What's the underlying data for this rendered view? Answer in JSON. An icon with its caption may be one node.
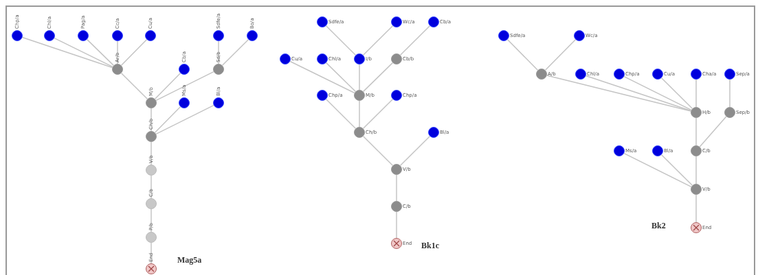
{
  "diagram": {
    "nodes": [
      {
        "text": [],
        "shape": "circle",
        "beside": [
          "Chp/a"
        ]
      },
      {
        "text": [],
        "shape": "circle",
        "beside": [
          "Chl/a"
        ]
      },
      {
        "text": [],
        "shape": "circle",
        "beside": [
          "Pag/a"
        ]
      },
      {
        "text": [],
        "shape": "circle",
        "beside": [
          "Cc/a"
        ]
      },
      {
        "text": [],
        "shape": "circle",
        "beside": [
          "Cu/a"
        ]
      },
      {
        "text": [],
        "shape": "circle",
        "beside": [
          "Sdfe/a"
        ]
      },
      {
        "text": [],
        "shape": "circle",
        "beside": [
          "Bo/a"
        ]
      },
      {
        "text": [],
        "shape": "circle",
        "beside": [
          "Ar/b"
        ]
      },
      {
        "text": [],
        "shape": "circle",
        "beside": [
          "Cb/a"
        ]
      },
      {
        "text": [],
        "shape": "circle",
        "beside": [
          "Sd/b"
        ]
      },
      {
        "text": [],
        "shape": "circle",
        "beside": [
          "M/b"
        ]
      },
      {
        "text": [],
        "shape": "circle",
        "beside": [
          "Ms/a"
        ]
      },
      {
        "text": [],
        "shape": "circle",
        "beside": [
          "Bl/a"
        ]
      },
      {
        "text": [],
        "shape": "circle",
        "beside": [
          "Ch/b"
        ]
      },
      {
        "text": [],
        "shape": "circle",
        "beside": [
          "V/b"
        ]
      },
      {
        "text": [],
        "shape": "circle",
        "beside": [
          "C/b"
        ]
      },
      {
        "text": [],
        "shape": "circle",
        "beside": [
          "P/b"
        ]
      },
      {
        "text": [],
        "shape": "circle",
        "beside": [
          "End"
        ]
      },
      {
        "text": [],
        "shape": "circle",
        "beside": [
          "Sdfe/a"
        ]
      },
      {
        "text": [],
        "shape": "circle",
        "beside": [
          "Wc/a"
        ]
      },
      {
        "text": [],
        "shape": "circle",
        "beside": [
          "Cb/a"
        ]
      },
      {
        "text": [],
        "shape": "circle",
        "beside": [
          "Cu/a"
        ]
      },
      {
        "text": [],
        "shape": "circle",
        "beside": [
          "Chl/a"
        ]
      },
      {
        "text": [],
        "shape": "circle",
        "beside": [
          "I/b"
        ]
      },
      {
        "text": [],
        "shape": "circle",
        "beside": [
          "Cb/b"
        ]
      },
      {
        "text": [],
        "shape": "circle",
        "beside": [
          "Chp/a"
        ]
      },
      {
        "text": [],
        "shape": "circle",
        "beside": [
          "M/b"
        ]
      },
      {
        "text": [],
        "shape": "circle",
        "beside": [
          "Chp/a"
        ]
      },
      {
        "text": [],
        "shape": "circle",
        "beside": [
          "Ch/b"
        ]
      },
      {
        "text": [],
        "shape": "circle",
        "beside": [
          "Bl/a"
        ]
      },
      {
        "text": [],
        "shape": "circle",
        "beside": [
          "V/b"
        ]
      },
      {
        "text": [],
        "shape": "circle",
        "beside": [
          "C/b"
        ]
      },
      {
        "text": [],
        "shape": "circle",
        "beside": [
          "End"
        ]
      },
      {
        "text": [],
        "shape": "circle",
        "beside": [
          "Sdfe/a"
        ]
      },
      {
        "text": [],
        "shape": "circle",
        "beside": [
          "Wc/a"
        ]
      },
      {
        "text": [],
        "shape": "circle",
        "beside": [
          "A/b"
        ]
      },
      {
        "text": [],
        "shape": "circle",
        "beside": [
          "Chl/a"
        ]
      },
      {
        "text": [],
        "shape": "circle",
        "beside": [
          "Chp/a"
        ]
      },
      {
        "text": [],
        "shape": "circle",
        "beside": [
          "Cu/a"
        ]
      },
      {
        "text": [],
        "shape": "circle",
        "beside": [
          "Cha/a"
        ]
      },
      {
        "text": [],
        "shape": "circle",
        "beside": [
          "Sep/a"
        ]
      },
      {
        "text": [],
        "shape": "circle",
        "beside": [
          "H/b"
        ]
      },
      {
        "text": [],
        "shape": "circle",
        "beside": [
          "Sep/b"
        ]
      },
      {
        "text": [],
        "shape": "circle",
        "beside": [
          "Ms/a"
        ]
      },
      {
        "text": [],
        "shape": "circle",
        "beside": [
          "Bl/a"
        ]
      },
      {
        "text": [],
        "shape": "circle",
        "beside": [
          "C/b"
        ]
      },
      {
        "text": [],
        "shape": "circle",
        "beside": [
          "V/b"
        ]
      },
      {
        "text": [],
        "shape": "circle",
        "beside": [
          "End"
        ]
      }
    ],
    "edges": [
      {
        "from": 0,
        "to": 7,
        "arrow": "none"
      },
      {
        "from": 1,
        "to": 7,
        "arrow": "none"
      },
      {
        "from": 2,
        "to": 7,
        "arrow": "none"
      },
      {
        "from": 3,
        "to": 7,
        "arrow": "none"
      },
      {
        "from": 4,
        "to": 7,
        "arrow": "none"
      },
      {
        "from": 5,
        "to": 9,
        "arrow": "none"
      },
      {
        "from": 6,
        "to": 9,
        "arrow": "none"
      },
      {
        "from": 7,
        "to": 10,
        "arrow": "none"
      },
      {
        "from": 8,
        "to": 10,
        "arrow": "none"
      },
      {
        "from": 9,
        "to": 10,
        "arrow": "none"
      },
      {
        "from": 10,
        "to": 13,
        "arrow": "none"
      },
      {
        "from": 11,
        "to": 13,
        "arrow": "none"
      },
      {
        "from": 12,
        "to": 13,
        "arrow": "none"
      },
      {
        "from": 13,
        "to": 14,
        "arrow": "none"
      },
      {
        "from": 14,
        "to": 15,
        "arrow": "none"
      },
      {
        "from": 15,
        "to": 16,
        "arrow": "none"
      },
      {
        "from": 16,
        "to": 17,
        "arrow": "none"
      },
      {
        "from": 18,
        "to": 23,
        "arrow": "none"
      },
      {
        "from": 19,
        "to": 23,
        "arrow": "none"
      },
      {
        "from": 20,
        "to": 24,
        "arrow": "none"
      },
      {
        "from": 21,
        "to": 26,
        "arrow": "none"
      },
      {
        "from": 22,
        "to": 26,
        "arrow": "none"
      },
      {
        "from": 23,
        "to": 26,
        "arrow": "none"
      },
      {
        "from": 24,
        "to": 26,
        "arrow": "none"
      },
      {
        "from": 25,
        "to": 28,
        "arrow": "none"
      },
      {
        "from": 26,
        "to": 28,
        "arrow": "none"
      },
      {
        "from": 27,
        "to": 28,
        "arrow": "none"
      },
      {
        "from": 28,
        "to": 30,
        "arrow": "none"
      },
      {
        "from": 29,
        "to": 30,
        "arrow": "none"
      },
      {
        "from": 30,
        "to": 31,
        "arrow": "none"
      },
      {
        "from": 31,
        "to": 32,
        "arrow": "none"
      },
      {
        "from": 33,
        "to": 35,
        "arrow": "none"
      },
      {
        "from": 34,
        "to": 35,
        "arrow": "none"
      },
      {
        "from": 35,
        "to": 41,
        "arrow": "none"
      },
      {
        "from": 36,
        "to": 41,
        "arrow": "none"
      },
      {
        "from": 37,
        "to": 41,
        "arrow": "none"
      },
      {
        "from": 38,
        "to": 41,
        "arrow": "none"
      },
      {
        "from": 39,
        "to": 41,
        "arrow": "none"
      },
      {
        "from": 40,
        "to": 42,
        "arrow": "none"
      },
      {
        "from": 41,
        "to": 45,
        "arrow": "none"
      },
      {
        "from": 42,
        "to": 45,
        "arrow": "none"
      },
      {
        "from": 43,
        "to": 46,
        "arrow": "none"
      },
      {
        "from": 44,
        "to": 46,
        "arrow": "none"
      },
      {
        "from": 45,
        "to": 46,
        "arrow": "none"
      },
      {
        "from": 46,
        "to": 47,
        "arrow": "none"
      }
    ],
    "labels": [
      "Mag5a",
      "Bk1c",
      "Bk2"
    ]
  }
}
